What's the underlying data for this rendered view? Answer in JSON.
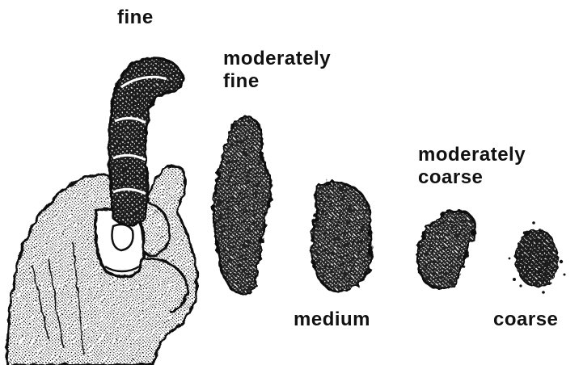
{
  "labels": {
    "fine": "fine",
    "moderately_fine_line1": "moderately",
    "moderately_fine_line2": "fine",
    "medium": "medium",
    "moderately_coarse_line1": "moderately",
    "moderately_coarse_line2": "coarse",
    "coarse": "coarse"
  },
  "colors": {
    "ink": "#111111",
    "paper": "#ffffff"
  },
  "icons": [
    "hand-icon",
    "ribbon-icon",
    "soil-sample-icon"
  ]
}
